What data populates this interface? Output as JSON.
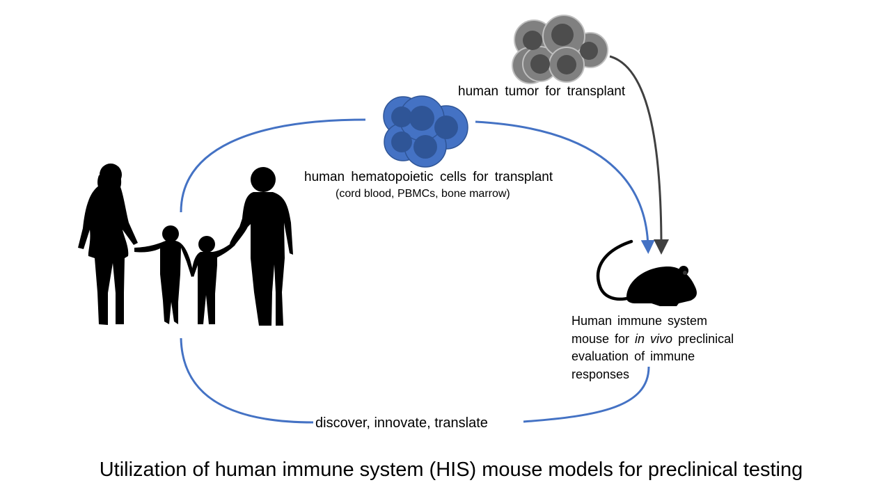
{
  "tumor": {
    "label": "human  tumor  for transplant",
    "icon": "tumor-cells-icon"
  },
  "cells": {
    "label_line1": "human  hematopoietic  cells for transplant",
    "label_line2": "(cord blood, PBMCs, bone marrow)",
    "icon": "hematopoietic-cells-icon"
  },
  "mouse": {
    "line1": "Human  immune  system",
    "line2_pre": "mouse for ",
    "line2_italic": "in vivo",
    "line2_post": " preclinical",
    "line3": "evaluation  of  immune",
    "line4": "responses",
    "icon": "mouse-icon"
  },
  "people": {
    "icon": "family-silhouette-icon"
  },
  "cycle": {
    "label": "discover, innovate, translate"
  },
  "footer": {
    "title": "Utilization of human immune system (HIS) mouse models for preclinical testing"
  },
  "colors": {
    "cycle_arrow": "#4472c4",
    "tumor_arrow": "#404040",
    "cell_fill": "#4472c4",
    "cell_nucleus": "#2f5597",
    "tumor_fill": "#808080",
    "tumor_nucleus": "#4d4d4d",
    "silhouette": "#000000"
  }
}
